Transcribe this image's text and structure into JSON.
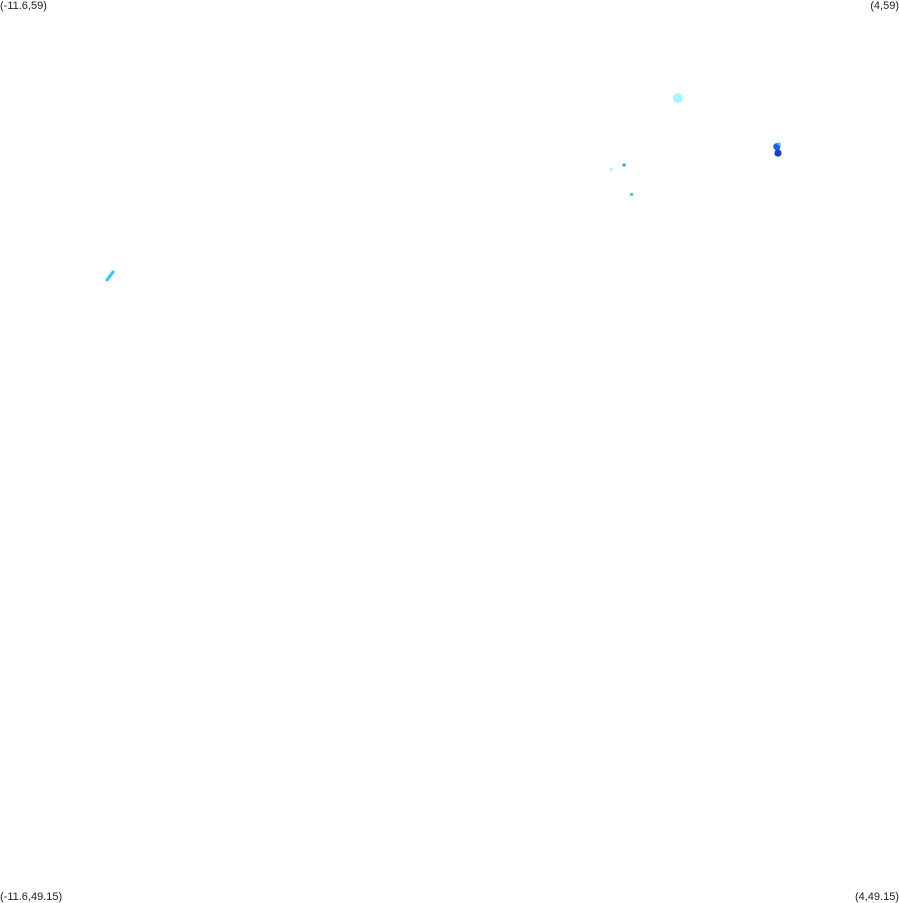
{
  "corner_labels": {
    "top_left": "(-11.6,59)",
    "top_right": "(4,59)",
    "bottom_left": "(-11.6,49.15)",
    "bottom_right": "(4,49.15)"
  },
  "bounds": {
    "lon_min": -11.6,
    "lon_max": 4,
    "lat_min": 49.15,
    "lat_max": 59
  },
  "colors": {
    "background": "#ffffff",
    "light_cyan": "#a8f4fb",
    "cyan": "#33c8ef",
    "sky_blue": "#2a9de8",
    "blue": "#2060e0",
    "deep_blue": "#1a3fd6"
  },
  "features": [
    {
      "name": "blob-cyan-circle",
      "lon": 0.16,
      "lat": 57.93,
      "size": "medium",
      "color": "light_cyan"
    },
    {
      "name": "cluster-blue-a",
      "lon": 1.88,
      "lat": 57.4,
      "size": "small",
      "color": "blue"
    },
    {
      "name": "cluster-blue-b",
      "lon": 1.9,
      "lat": 57.33,
      "size": "small",
      "color": "deep_blue"
    },
    {
      "name": "cluster-blue-c",
      "lon": 1.92,
      "lat": 57.43,
      "size": "tiny",
      "color": "cyan"
    },
    {
      "name": "dot-mid-a",
      "lon": -0.77,
      "lat": 57.2,
      "size": "tiny",
      "color": "sky_blue"
    },
    {
      "name": "dot-mid-b",
      "lon": -1.0,
      "lat": 57.15,
      "size": "tiny",
      "color": "light_cyan"
    },
    {
      "name": "dot-mid-c",
      "lon": -0.64,
      "lat": 56.88,
      "size": "tiny",
      "color": "cyan"
    },
    {
      "name": "streak-west",
      "lon": -9.69,
      "lat": 55.99,
      "size": "streak",
      "color": "cyan"
    }
  ]
}
